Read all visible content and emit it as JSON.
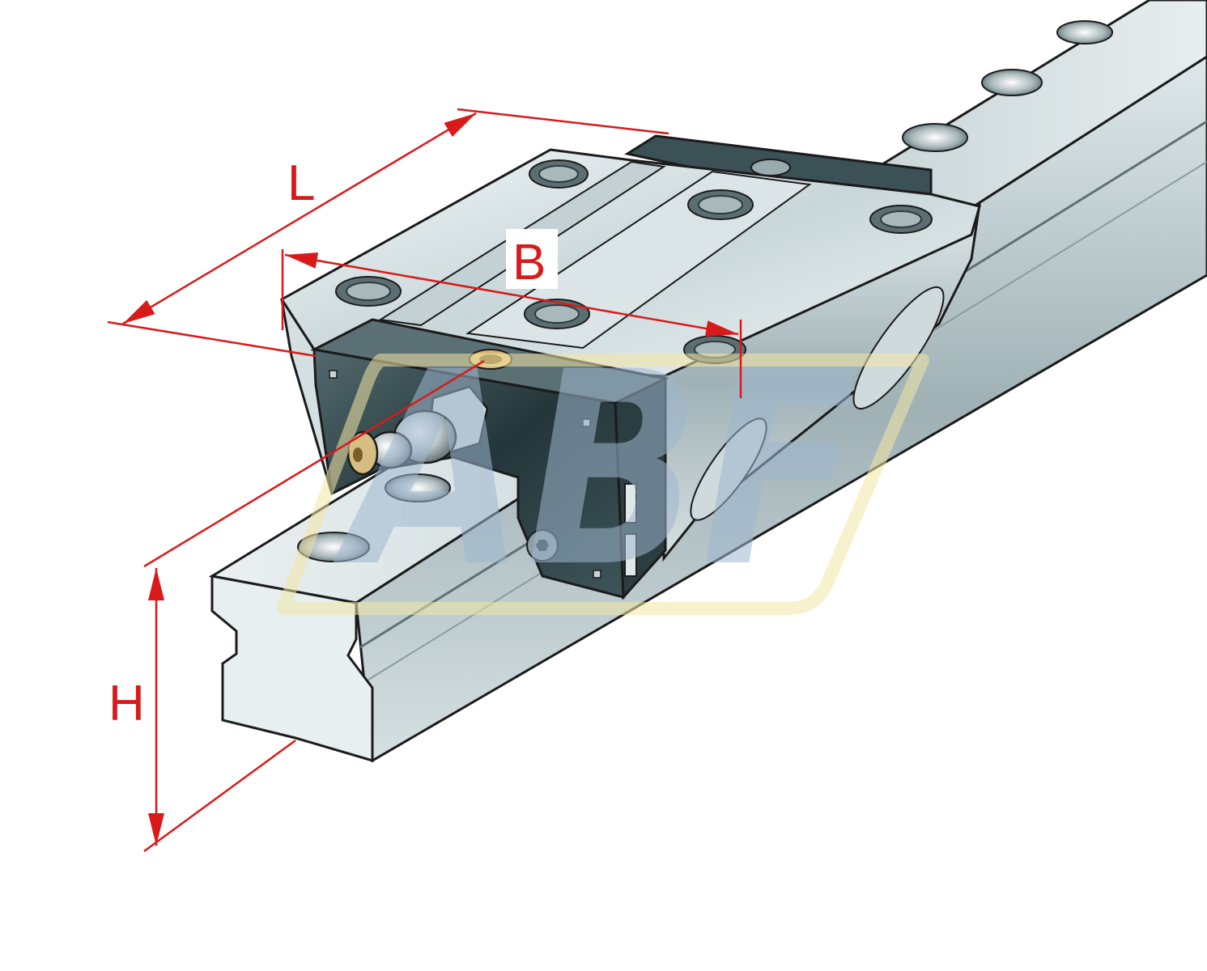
{
  "dimensions": {
    "length_label": "L",
    "width_label": "B",
    "height_label": "H"
  },
  "watermark": {
    "text": "ABF"
  },
  "colors": {
    "dimension": "#d91a1a",
    "steel_light": "#e6eeef",
    "steel_mid": "#b9c8cb",
    "steel_dark": "#7e9297",
    "carriage_end_plate": "#2f4447",
    "watermark_blue": "#9fb7cf",
    "watermark_yellow": "#f3e6a6"
  }
}
